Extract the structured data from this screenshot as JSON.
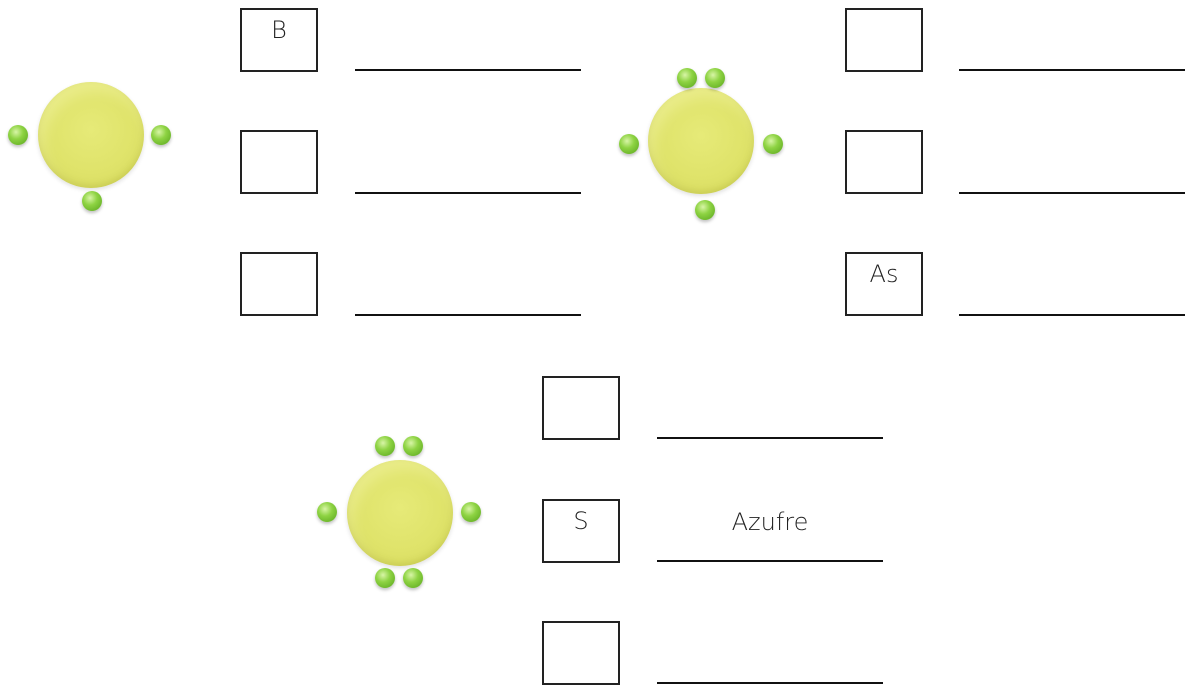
{
  "boron_group": {
    "symbol": "B",
    "name_line": "",
    "row2_symbol": "",
    "row3_symbol": ""
  },
  "arsenic_group": {
    "row1_symbol": "",
    "row2_symbol": "",
    "symbol": "As"
  },
  "sulfur_group": {
    "row1_symbol": "",
    "symbol": "S",
    "name": "Azufre",
    "row3_symbol": ""
  },
  "colors": {
    "atom": "#dfe36a",
    "electron": "#8ed343"
  }
}
